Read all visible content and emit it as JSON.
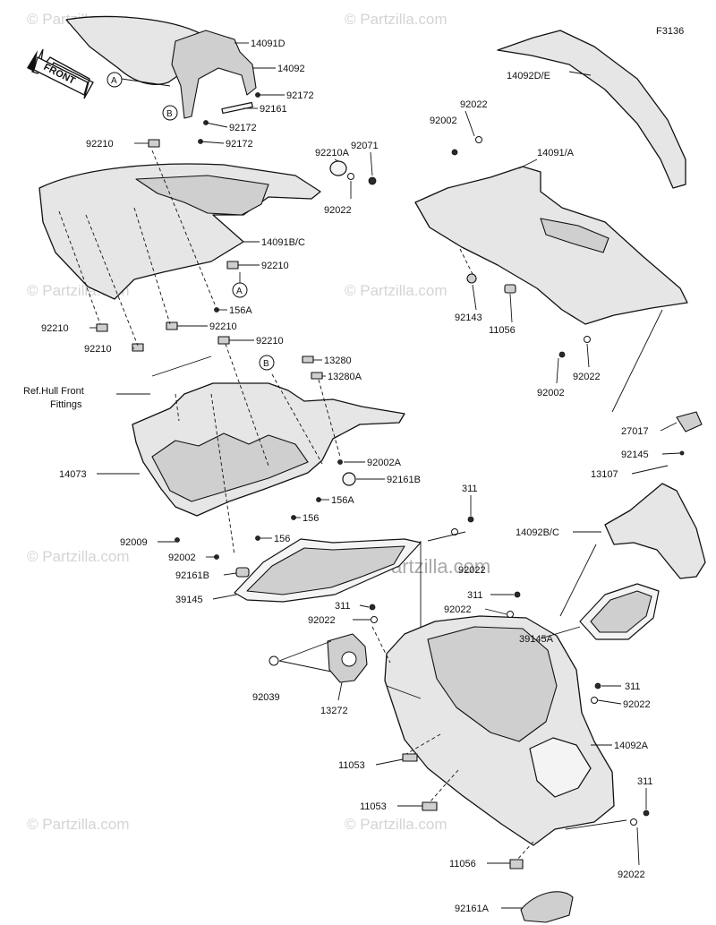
{
  "figure_code": "F3136",
  "front_label": "FRONT",
  "watermark": "© Partzilla.com",
  "center_watermark": "© Partzilla.com",
  "ref_note": {
    "line1": "Ref.Hull Front",
    "line2": "Fittings"
  },
  "callouts": {
    "a1": "A",
    "a2": "A",
    "b1": "B",
    "b2": "B"
  },
  "parts": {
    "p14091D": "14091D",
    "p14092": "14092",
    "p92172a": "92172",
    "p92161": "92161",
    "p92172b": "92172",
    "p92172c": "92172",
    "p92210a": "92210",
    "p14091BC": "14091B/C",
    "p92210b": "92210",
    "p156A": "156A",
    "p92210c": "92210",
    "p92210d": "92210",
    "p92210e": "92210",
    "p92210f": "92210",
    "p13280": "13280",
    "p13280A": "13280A",
    "p14073": "14073",
    "p92002A": "92002A",
    "p92161B": "92161B",
    "p156Ab": "156A",
    "p156a": "156",
    "p156b": "156",
    "p92009": "92009",
    "p92002c": "92002",
    "p92161Bb": "92161B",
    "p39145": "39145",
    "p311a": "311",
    "p92022a": "92022",
    "p92039": "92039",
    "p13272": "13272",
    "p11053a": "11053",
    "p11053b": "11053",
    "p11056b": "11056",
    "p92161A": "92161A",
    "p311b": "311",
    "p92022b": "92022",
    "p311c": "311",
    "p92022c": "92022",
    "p311d": "311",
    "p92022d": "92022",
    "p14092A": "14092A",
    "p39145A": "39145A",
    "p14092BC": "14092B/C",
    "p13107": "13107",
    "p92145": "92145",
    "p27017": "27017",
    "p311e": "311",
    "p92022e": "92022",
    "p92210A": "92210A",
    "p92071": "92071",
    "p92022f": "92022",
    "p92002a": "92002",
    "p92022g": "92022",
    "p14091A": "14091/A",
    "p14092DE": "14092D/E",
    "p92143": "92143",
    "p11056a": "11056",
    "p92022h": "92022",
    "p92002b": "92002"
  }
}
